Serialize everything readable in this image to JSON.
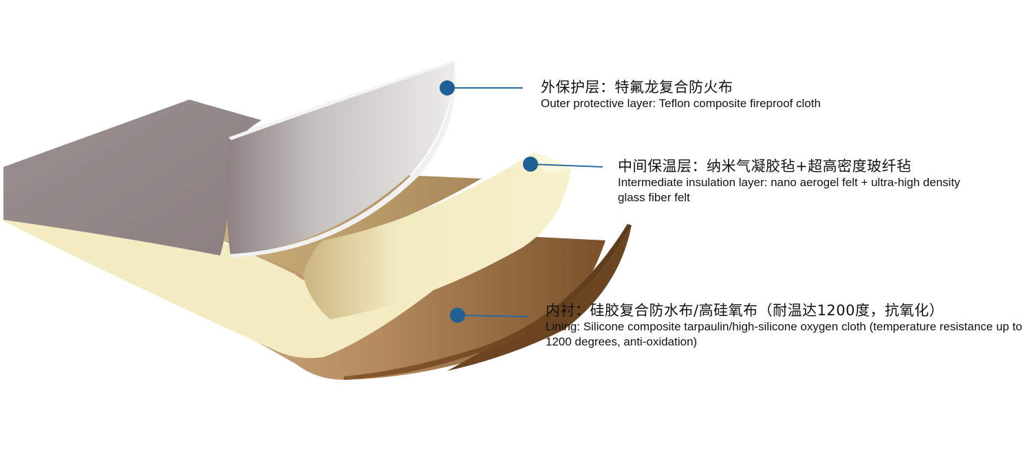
{
  "colors": {
    "marker": "#1f5f94",
    "leader_line": "#2a6aa3",
    "outer_layer": "#b9b3b2",
    "middle_layer": "#f3ecc2",
    "lining_layer": "#a97c52"
  },
  "layers": [
    {
      "id": "outer",
      "title_zh": "外保护层：特氟龙复合防火布",
      "desc_en": "Outer protective layer: Teflon composite fireproof cloth"
    },
    {
      "id": "middle",
      "title_zh": "中间保温层：纳米气凝胶毡+超高密度玻纤毡",
      "desc_en": "Intermediate insulation layer: nano aerogel felt + ultra-high density glass fiber felt"
    },
    {
      "id": "lining",
      "title_zh": "内衬：硅胶复合防水布/高硅氧布（耐温达1200度，抗氧化）",
      "desc_en": "Lining: Silicone composite tarpaulin/high-silicone oxygen cloth (temperature resistance up to 1200 degrees, anti-oxidation)"
    }
  ]
}
